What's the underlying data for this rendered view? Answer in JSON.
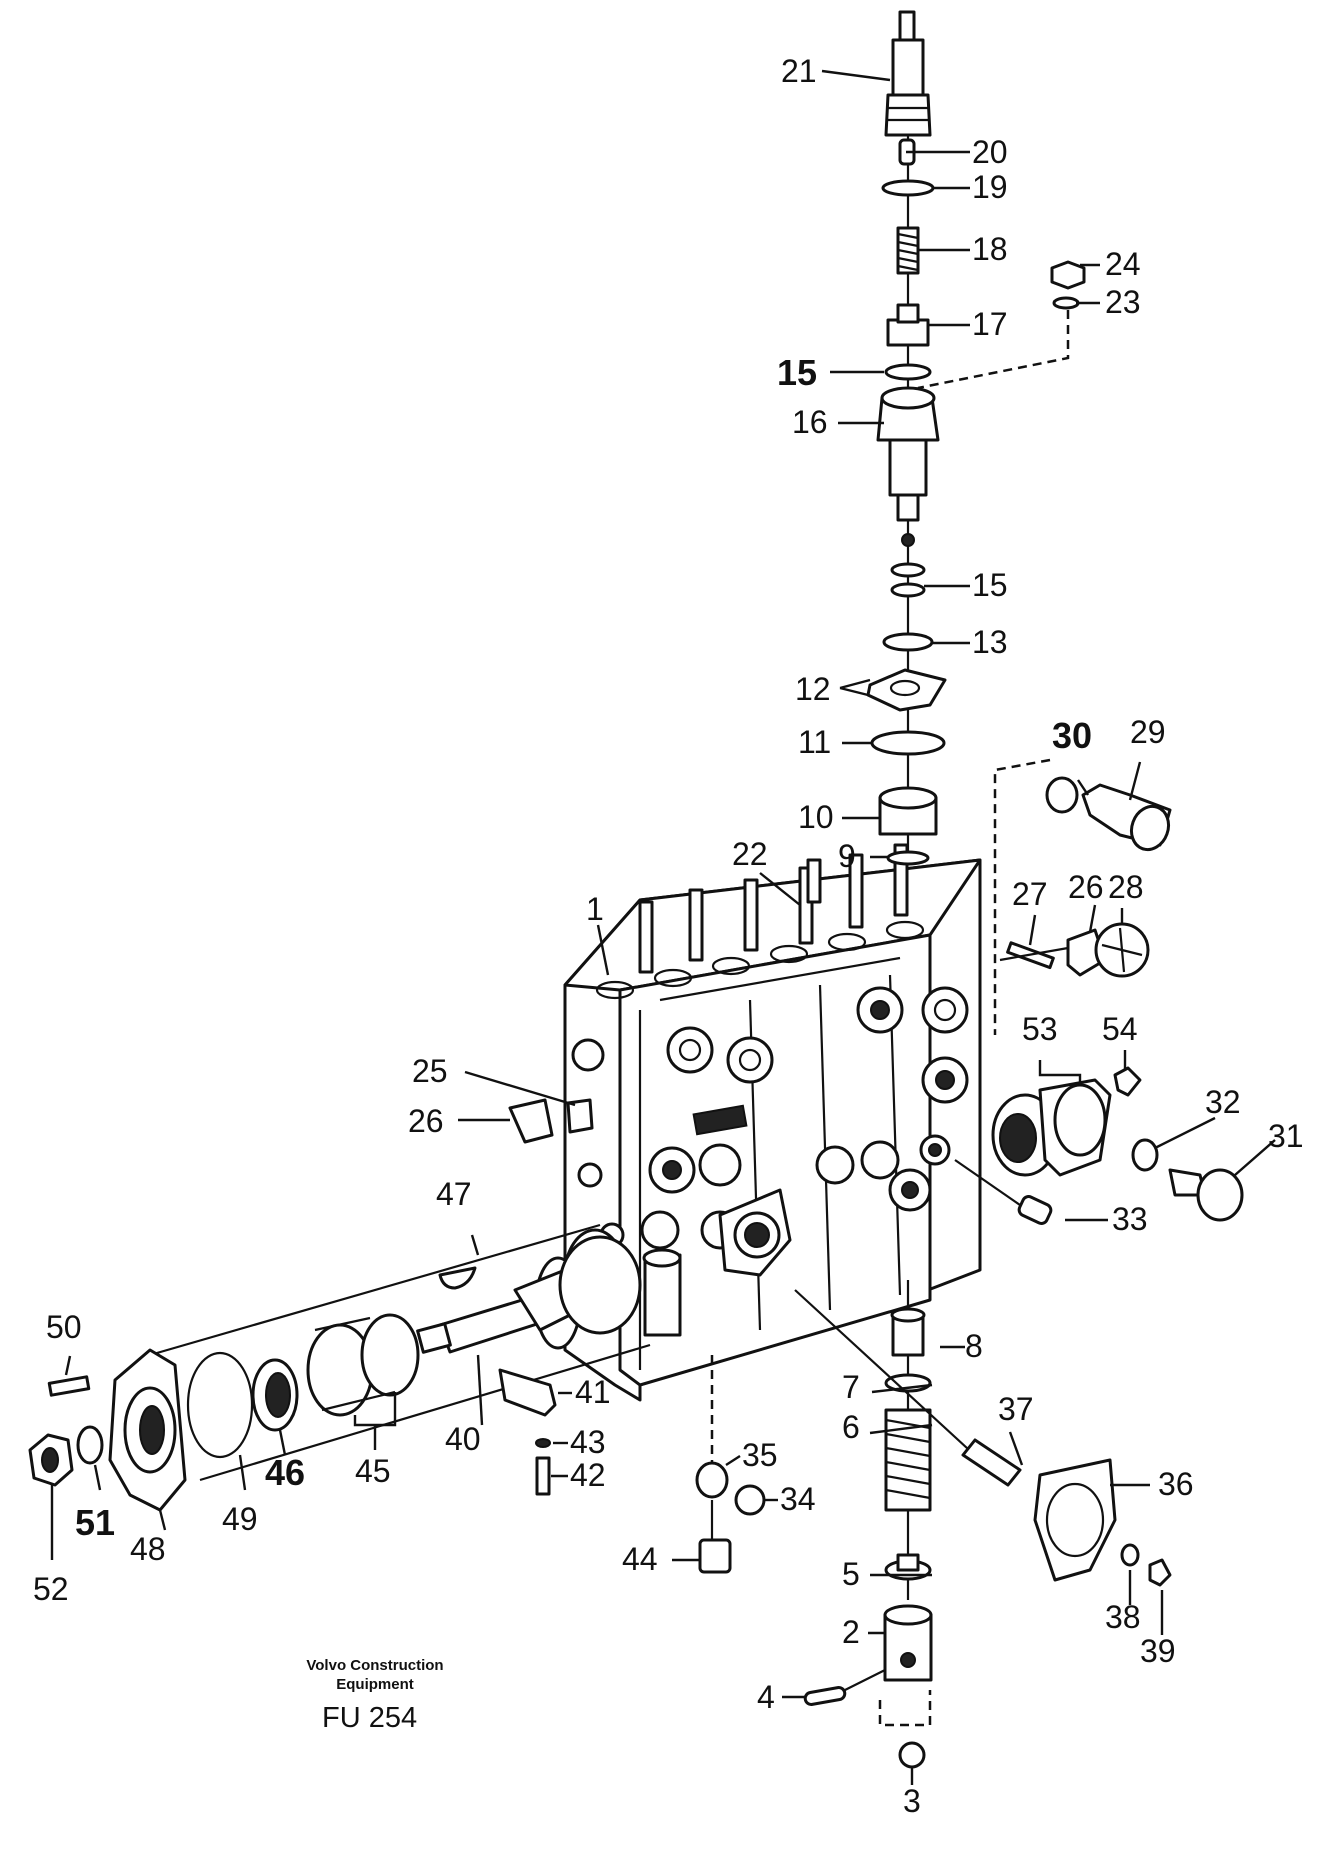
{
  "credit": {
    "line1": "Volvo Construction",
    "line2": "Equipment"
  },
  "drawing_code": "FU 254",
  "callouts": {
    "c1": "1",
    "c2": "2",
    "c3": "3",
    "c4": "4",
    "c5": "5",
    "c6": "6",
    "c7": "7",
    "c8": "8",
    "c9": "9",
    "c10": "10",
    "c11": "11",
    "c12": "12",
    "c13": "13",
    "c15a": "15",
    "c15b": "15",
    "c16": "16",
    "c17": "17",
    "c18": "18",
    "c19": "19",
    "c20": "20",
    "c21": "21",
    "c22": "22",
    "c23": "23",
    "c24": "24",
    "c25": "25",
    "c26a": "26",
    "c26b": "26",
    "c27": "27",
    "c28": "28",
    "c29": "29",
    "c30": "30",
    "c31": "31",
    "c32": "32",
    "c33": "33",
    "c34": "34",
    "c35": "35",
    "c36": "36",
    "c37": "37",
    "c38": "38",
    "c39": "39",
    "c40": "40",
    "c41": "41",
    "c42": "42",
    "c43": "43",
    "c44": "44",
    "c45": "45",
    "c46": "46",
    "c47": "47",
    "c48": "48",
    "c49": "49",
    "c50": "50",
    "c51": "51",
    "c52": "52",
    "c53": "53",
    "c54": "54"
  }
}
